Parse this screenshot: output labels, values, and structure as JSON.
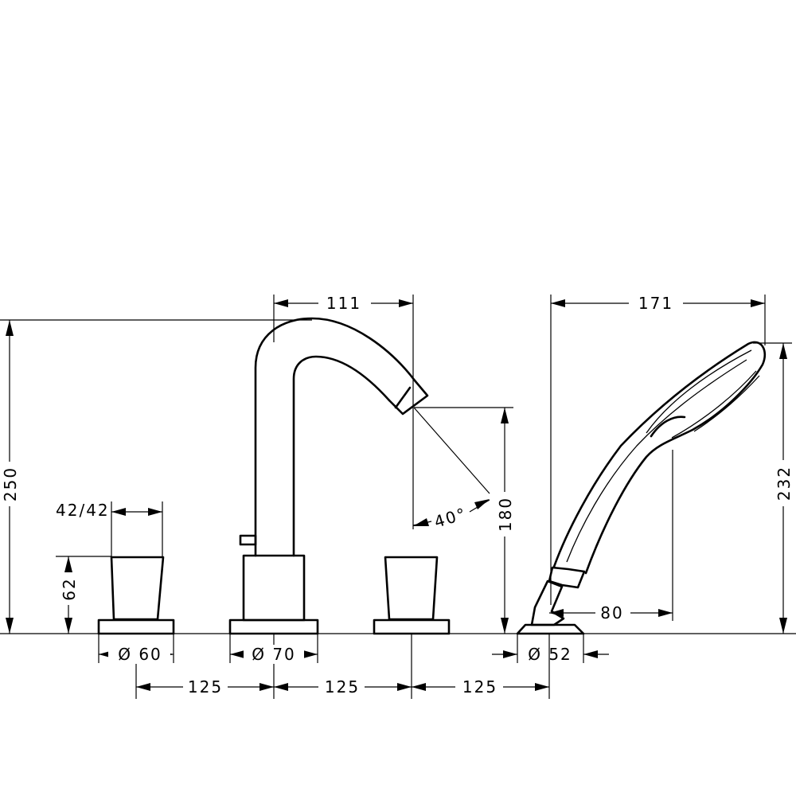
{
  "labels": {
    "height_250": "250",
    "width_42_42": "42/42",
    "height_62": "62",
    "dia_60": "Ø 60",
    "dia_70": "Ø 70",
    "width_111": "111",
    "angle_40": "40°",
    "height_180": "180",
    "width_171": "171",
    "height_232": "232",
    "dist_80": "80",
    "dia_52": "Ø 52",
    "spacing_125_a": "125",
    "spacing_125_b": "125",
    "spacing_125_c": "125"
  }
}
